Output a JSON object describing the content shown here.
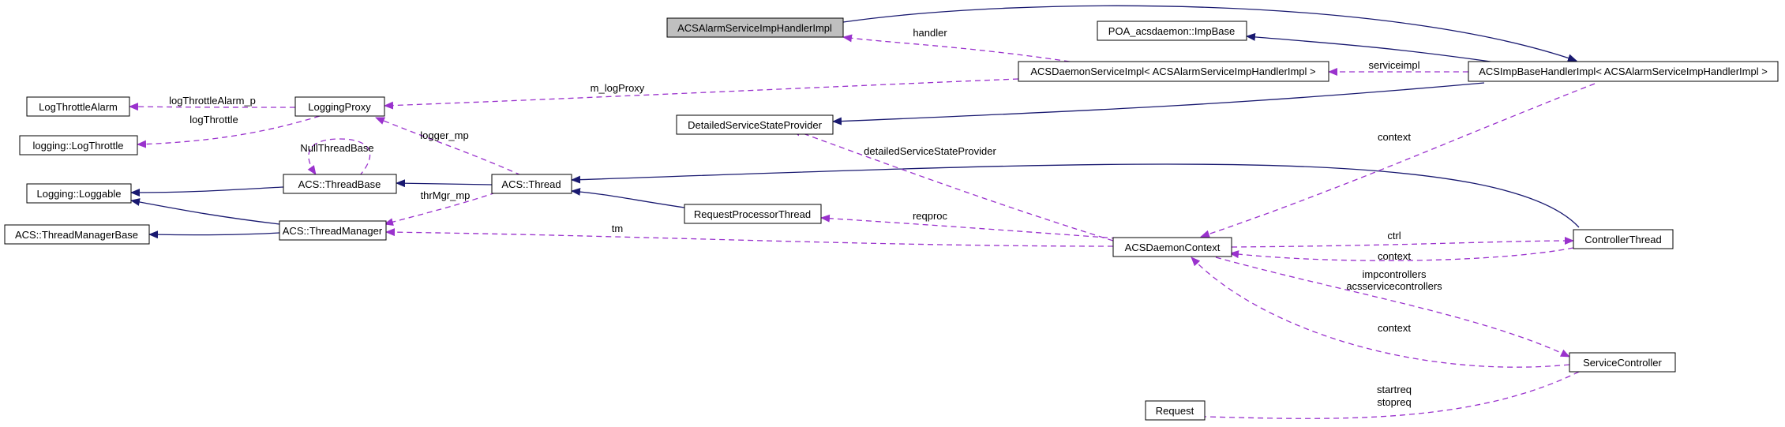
{
  "nodes": {
    "acs_alarm_service_imp_handler_impl": "ACSAlarmServiceImpHandlerImpl",
    "poa_acsdaemon_impbase": "POA_acsdaemon::ImpBase",
    "acs_daemon_service_impl": "ACSDaemonServiceImpl< ACSAlarmServiceImpHandlerImpl >",
    "acs_imp_base_handler_impl": "ACSImpBaseHandlerImpl< ACSAlarmServiceImpHandlerImpl >",
    "log_throttle_alarm": "LogThrottleAlarm",
    "logging_proxy": "LoggingProxy",
    "logging_log_throttle": "logging::LogThrottle",
    "detailed_service_state_provider": "DetailedServiceStateProvider",
    "logging_loggable": "Logging::Loggable",
    "acs_thread_base": "ACS::ThreadBase",
    "acs_thread": "ACS::Thread",
    "acs_thread_manager_base": "ACS::ThreadManagerBase",
    "acs_thread_manager": "ACS::ThreadManager",
    "request_processor_thread": "RequestProcessorThread",
    "acs_daemon_context": "ACSDaemonContext",
    "controller_thread": "ControllerThread",
    "service_controller": "ServiceController",
    "request": "Request"
  },
  "edge_labels": {
    "handler": "handler",
    "serviceimpl": "serviceimpl",
    "m_log_proxy": "m_logProxy",
    "log_throttle_alarm_p": "logThrottleAlarm_p",
    "log_throttle": "logThrottle",
    "logger_mp": "logger_mp",
    "null_thread_base": "NullThreadBase",
    "thr_mgr_mp": "thrMgr_mp",
    "detailed_service_state_provider": "detailedServiceStateProvider",
    "context_top": "context",
    "reqproc": "reqproc",
    "tm": "tm",
    "ctrl": "ctrl",
    "context_ctrl": "context",
    "impcontrollers": "impcontrollers",
    "acsservicecontrollers": "acsservicecontrollers",
    "context_service": "context",
    "startreq": "startreq",
    "stopreq": "stopreq"
  },
  "colors": {
    "inheritance_edge": "#191970",
    "usage_edge": "#9a32cd",
    "focus_node_fill": "#bfbfbf"
  }
}
